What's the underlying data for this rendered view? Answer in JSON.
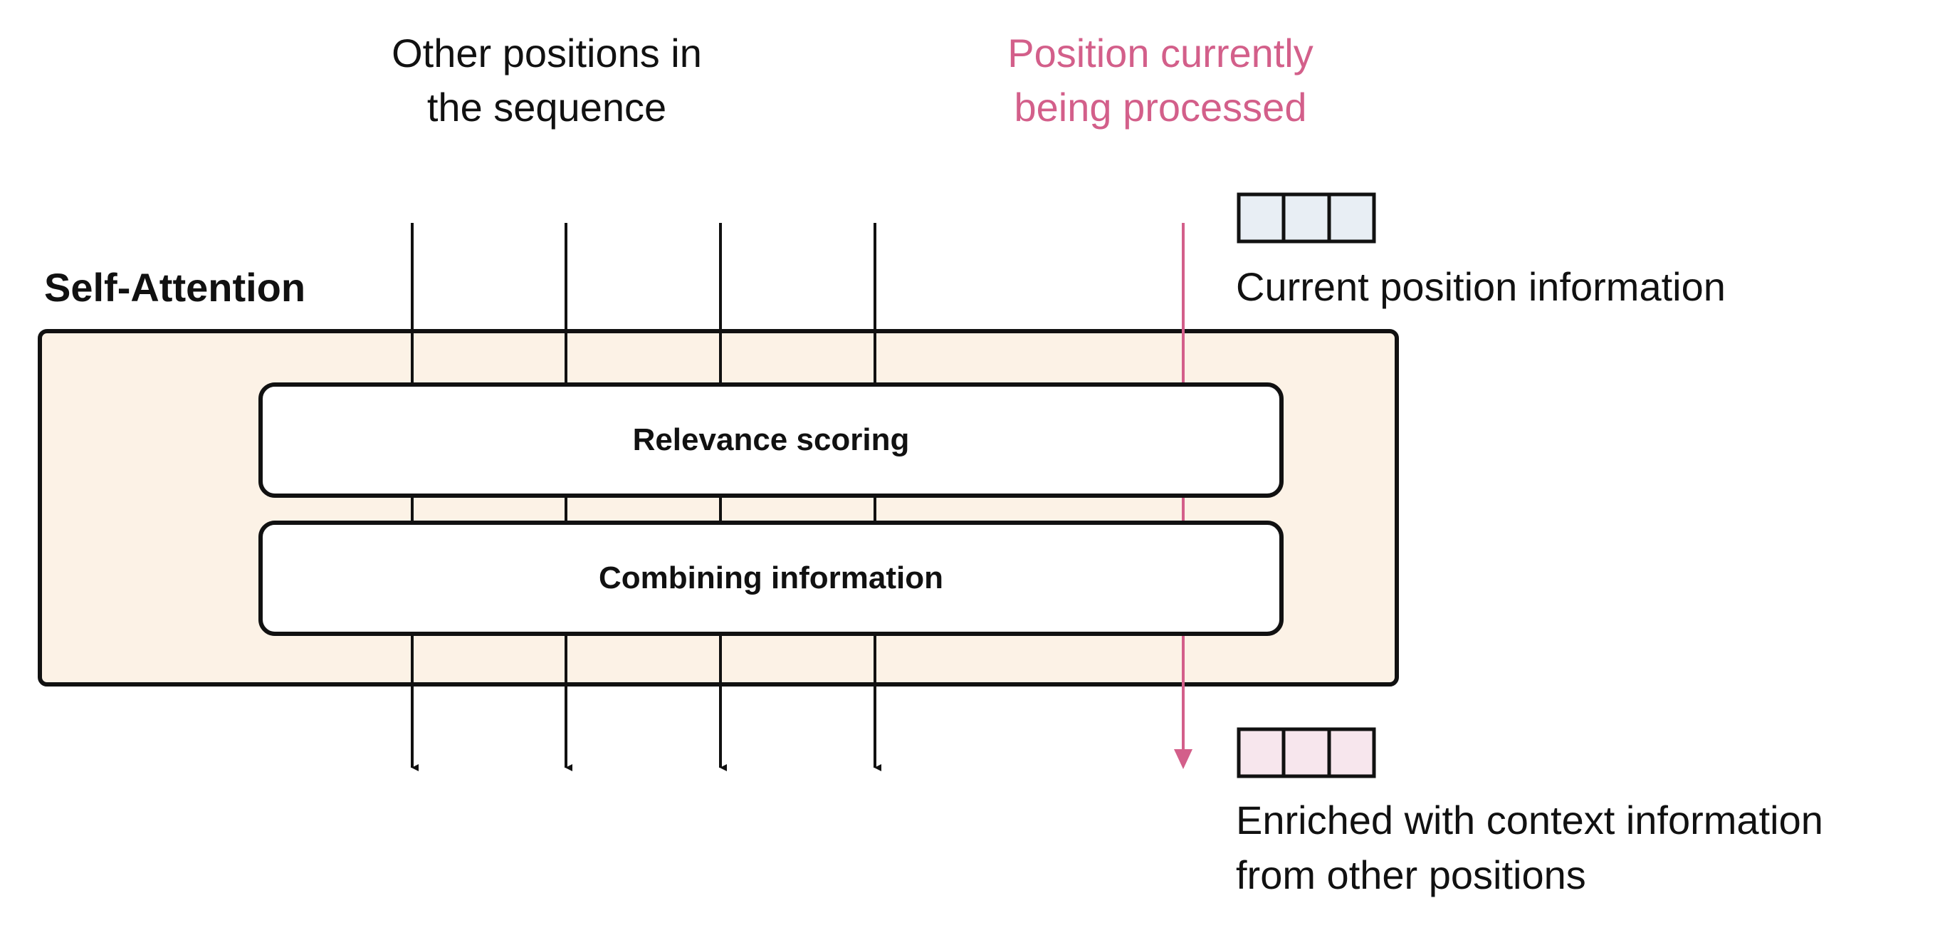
{
  "header": {
    "other_positions_line1": "Other positions in",
    "other_positions_line2": "the sequence",
    "current_position_line1": "Position currently",
    "current_position_line2": "being processed"
  },
  "block": {
    "title": "Self-Attention",
    "stage1_label": "Relevance scoring",
    "stage2_label": "Combining information"
  },
  "legend": {
    "input_vector_label": "Current position information",
    "output_vector_label_line1": "Enriched with context information",
    "output_vector_label_line2": "from other positions"
  },
  "colors": {
    "highlight": "#D35F8A",
    "block_fill": "#FCF2E6",
    "input_vector_fill": "#E8EEF4",
    "output_vector_fill": "#F7E6ED",
    "stroke": "#111111"
  }
}
